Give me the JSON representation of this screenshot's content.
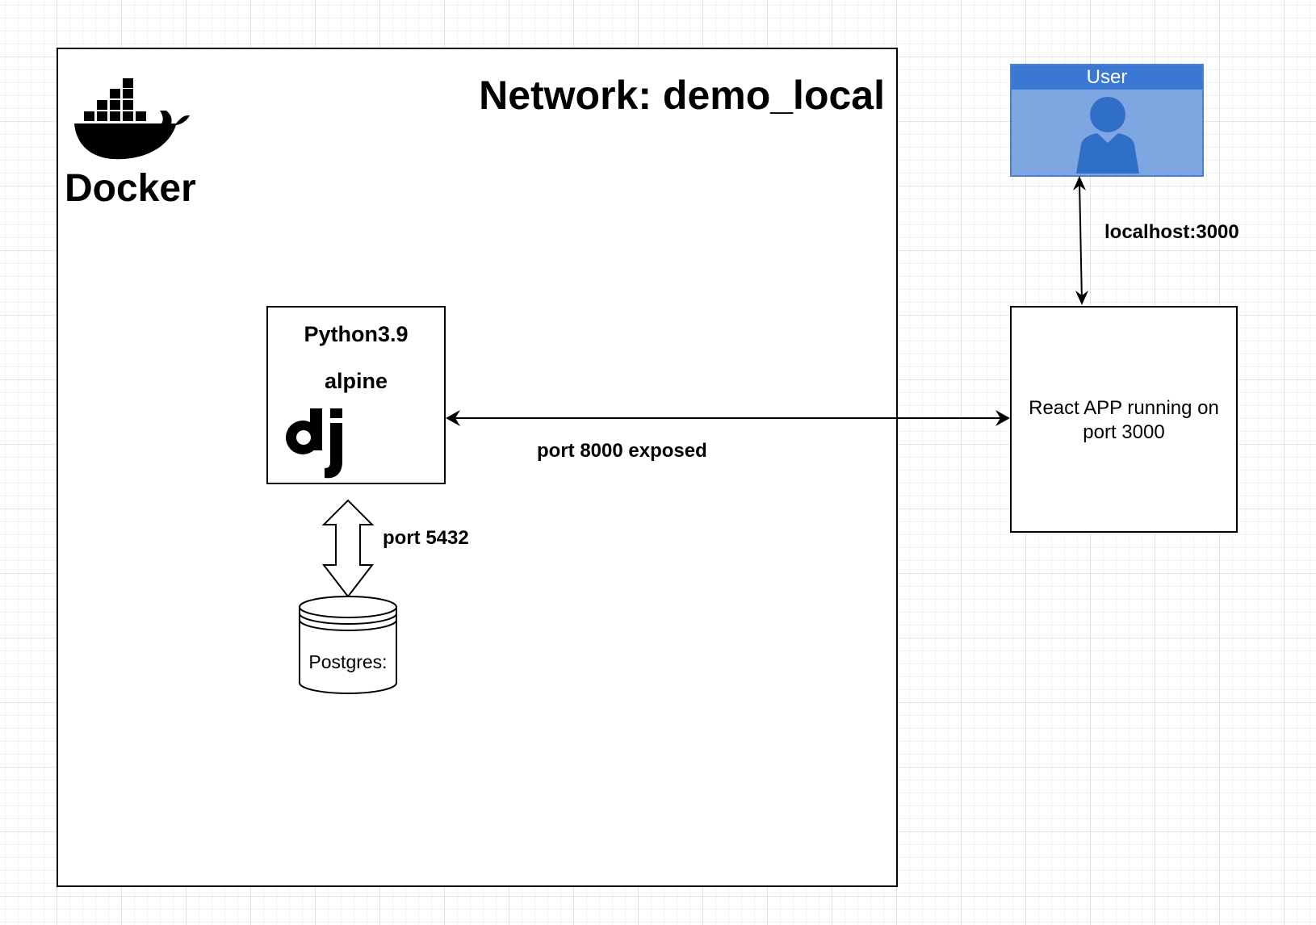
{
  "network": {
    "title": "Network: demo_local"
  },
  "docker": {
    "label": "Docker",
    "logo_icon": "docker-whale-icon"
  },
  "python_container": {
    "title": "Python3.9",
    "subtitle": "alpine",
    "logo_icon": "django-logo-icon"
  },
  "database": {
    "label": "Postgres:"
  },
  "react_app": {
    "label": "React APP running on port 3000"
  },
  "user": {
    "header": "User",
    "avatar_icon": "user-avatar-icon"
  },
  "connectors": {
    "api": {
      "label": "port 8000 exposed"
    },
    "db": {
      "label": "port 5432"
    },
    "browser": {
      "label": "localhost:3000"
    }
  },
  "colors": {
    "user_header": "#3a78d4",
    "user_body": "#7ea6e0",
    "user_border": "#4a7fd4",
    "stroke": "#000000"
  }
}
